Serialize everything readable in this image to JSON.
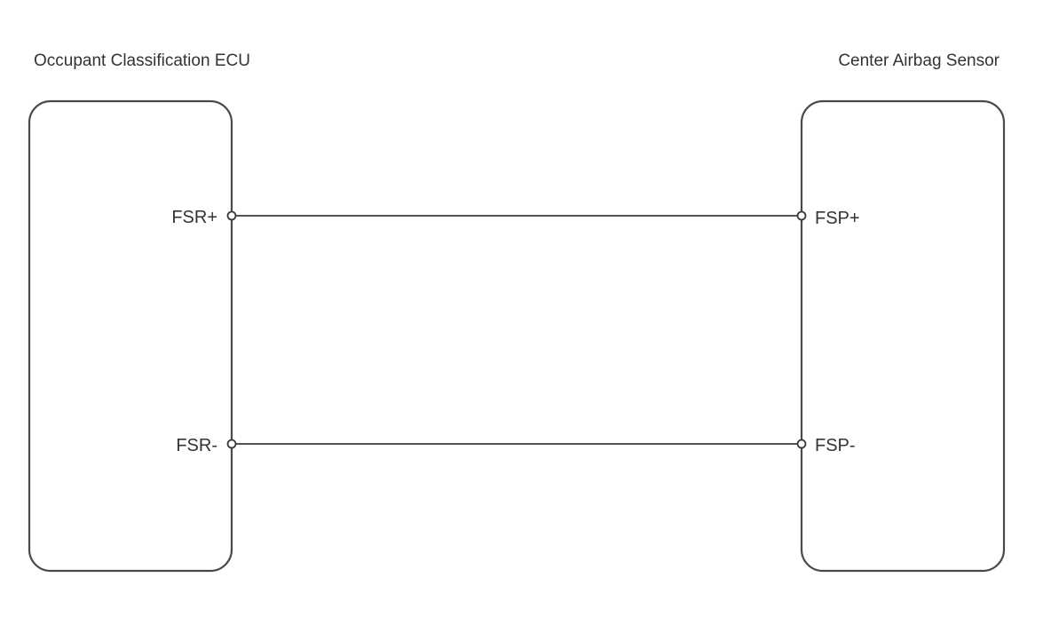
{
  "modules": {
    "left": {
      "title": "Occupant Classification ECU",
      "pins": [
        {
          "label": "FSR+"
        },
        {
          "label": "FSR-"
        }
      ]
    },
    "right": {
      "title": "Center Airbag Sensor",
      "pins": [
        {
          "label": "FSP+"
        },
        {
          "label": "FSP-"
        }
      ]
    }
  },
  "colors": {
    "line": "#3a3a3a",
    "text": "#333333",
    "background": "#ffffff"
  }
}
